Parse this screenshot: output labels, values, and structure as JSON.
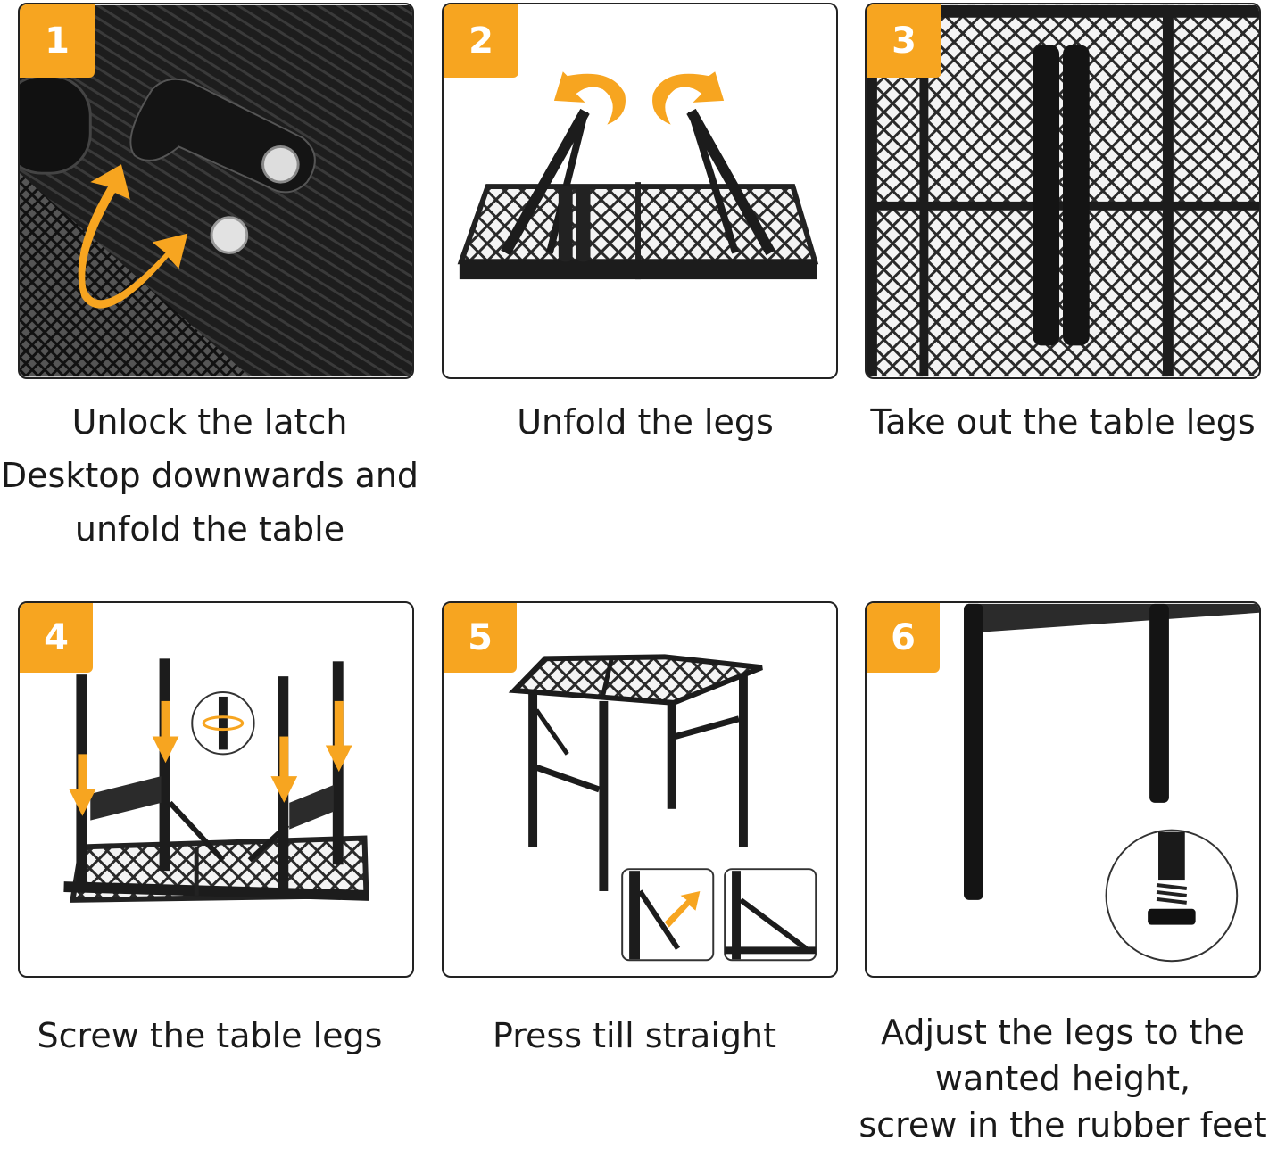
{
  "colors": {
    "accent": "#f7a520",
    "frame": "#222222",
    "metal": "#1c1c1c"
  },
  "steps": [
    {
      "number": "1",
      "caption_lines": [
        "Unlock the latch",
        "Desktop downwards and",
        "unfold the table"
      ]
    },
    {
      "number": "2",
      "caption_lines": [
        "Unfold the legs"
      ]
    },
    {
      "number": "3",
      "caption_lines": [
        "Take out the table legs"
      ]
    },
    {
      "number": "4",
      "caption_lines": [
        "Screw the table legs"
      ]
    },
    {
      "number": "5",
      "caption_lines": [
        "Press till straight"
      ]
    },
    {
      "number": "6",
      "caption_lines": [
        "Adjust the legs to the",
        "wanted height,",
        "screw in the rubber feet"
      ]
    }
  ]
}
